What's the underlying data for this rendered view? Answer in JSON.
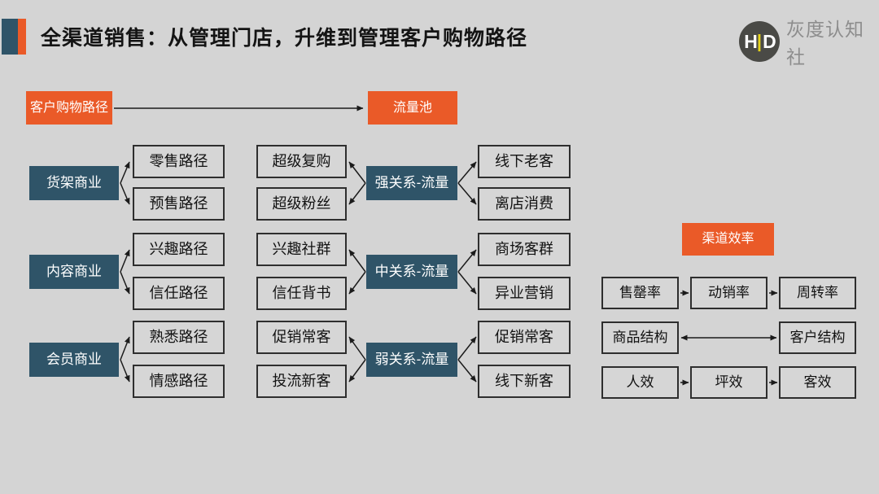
{
  "title": "全渠道销售：从管理门店，升维到管理客户购物路径",
  "logo": {
    "text": "灰度认知社",
    "mark": {
      "h": "H",
      "bar": "|",
      "d": "D"
    }
  },
  "colors": {
    "orange": "#EA5A28",
    "dark_blue": "#2F5468",
    "background": "#D4D4D4",
    "box_border": "#2E2E2E"
  },
  "flow": {
    "path_label": "客户购物路径",
    "pool_label": "流量池",
    "left_groups": [
      {
        "source": "货架商业",
        "targets": [
          "零售路径",
          "预售路径"
        ]
      },
      {
        "source": "内容商业",
        "targets": [
          "兴趣路径",
          "信任路径"
        ]
      },
      {
        "source": "会员商业",
        "targets": [
          "熟悉路径",
          "情感路径"
        ]
      }
    ],
    "hub_groups": [
      {
        "hub": "强关系-流量",
        "left": [
          "超级复购",
          "超级粉丝"
        ],
        "right": [
          "线下老客",
          "离店消费"
        ]
      },
      {
        "hub": "中关系-流量",
        "left": [
          "兴趣社群",
          "信任背书"
        ],
        "right": [
          "商场客群",
          "异业营销"
        ]
      },
      {
        "hub": "弱关系-流量",
        "left": [
          "促销常客",
          "投流新客"
        ],
        "right": [
          "促销常客",
          "线下新客"
        ]
      }
    ]
  },
  "efficiency": {
    "label": "渠道效率",
    "rows": [
      {
        "cells": [
          "售罄率",
          "动销率",
          "周转率"
        ]
      },
      {
        "cells": [
          "商品结构",
          "客户结构"
        ]
      },
      {
        "cells": [
          "人效",
          "坪效",
          "客效"
        ]
      }
    ]
  }
}
